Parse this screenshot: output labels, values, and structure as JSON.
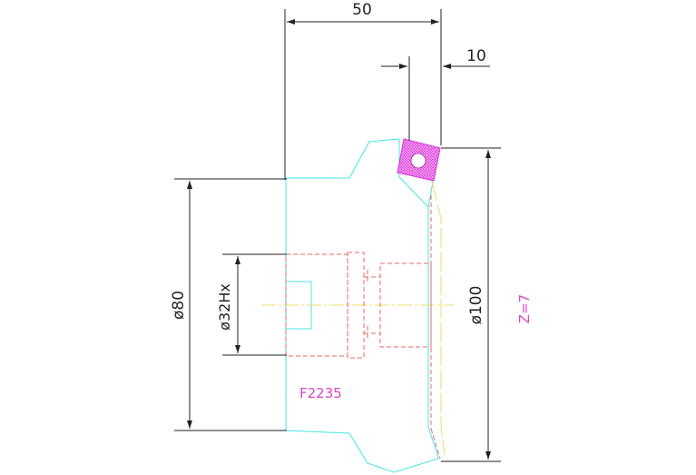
{
  "drawing": {
    "dimensions": {
      "top_width": "50",
      "insert_width": "10",
      "left_diameter": "ø80",
      "bore_diameter": "ø32Hx",
      "right_diameter": "ø100"
    },
    "part_code": "F2235",
    "teeth_label": "Z=7"
  },
  "colors": {
    "outline": "#44e5e5",
    "dimension": "#222222",
    "hidden": "#ee6666",
    "center": "#e8e066",
    "insert": "#dd33dd",
    "label": "#dd44cc"
  }
}
